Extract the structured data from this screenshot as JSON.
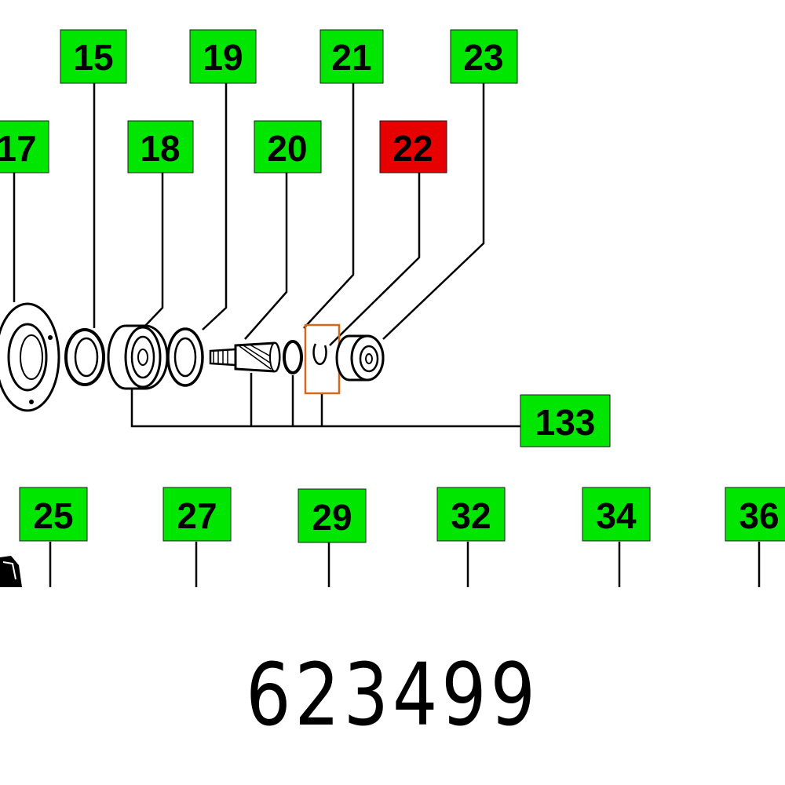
{
  "colors": {
    "callout_default": "#00e600",
    "callout_selected": "#e60000",
    "highlight_frame": "#d2691e",
    "line": "#000000"
  },
  "callouts": {
    "c15": "15",
    "c17": "17",
    "c18": "18",
    "c19": "19",
    "c20": "20",
    "c21": "21",
    "c22": "22",
    "c23": "23",
    "c133": "133",
    "c25": "25",
    "c27": "27",
    "c29": "29",
    "c32": "32",
    "c34": "34",
    "c36": "36"
  },
  "selected_callout": "22",
  "part_number": "623499"
}
